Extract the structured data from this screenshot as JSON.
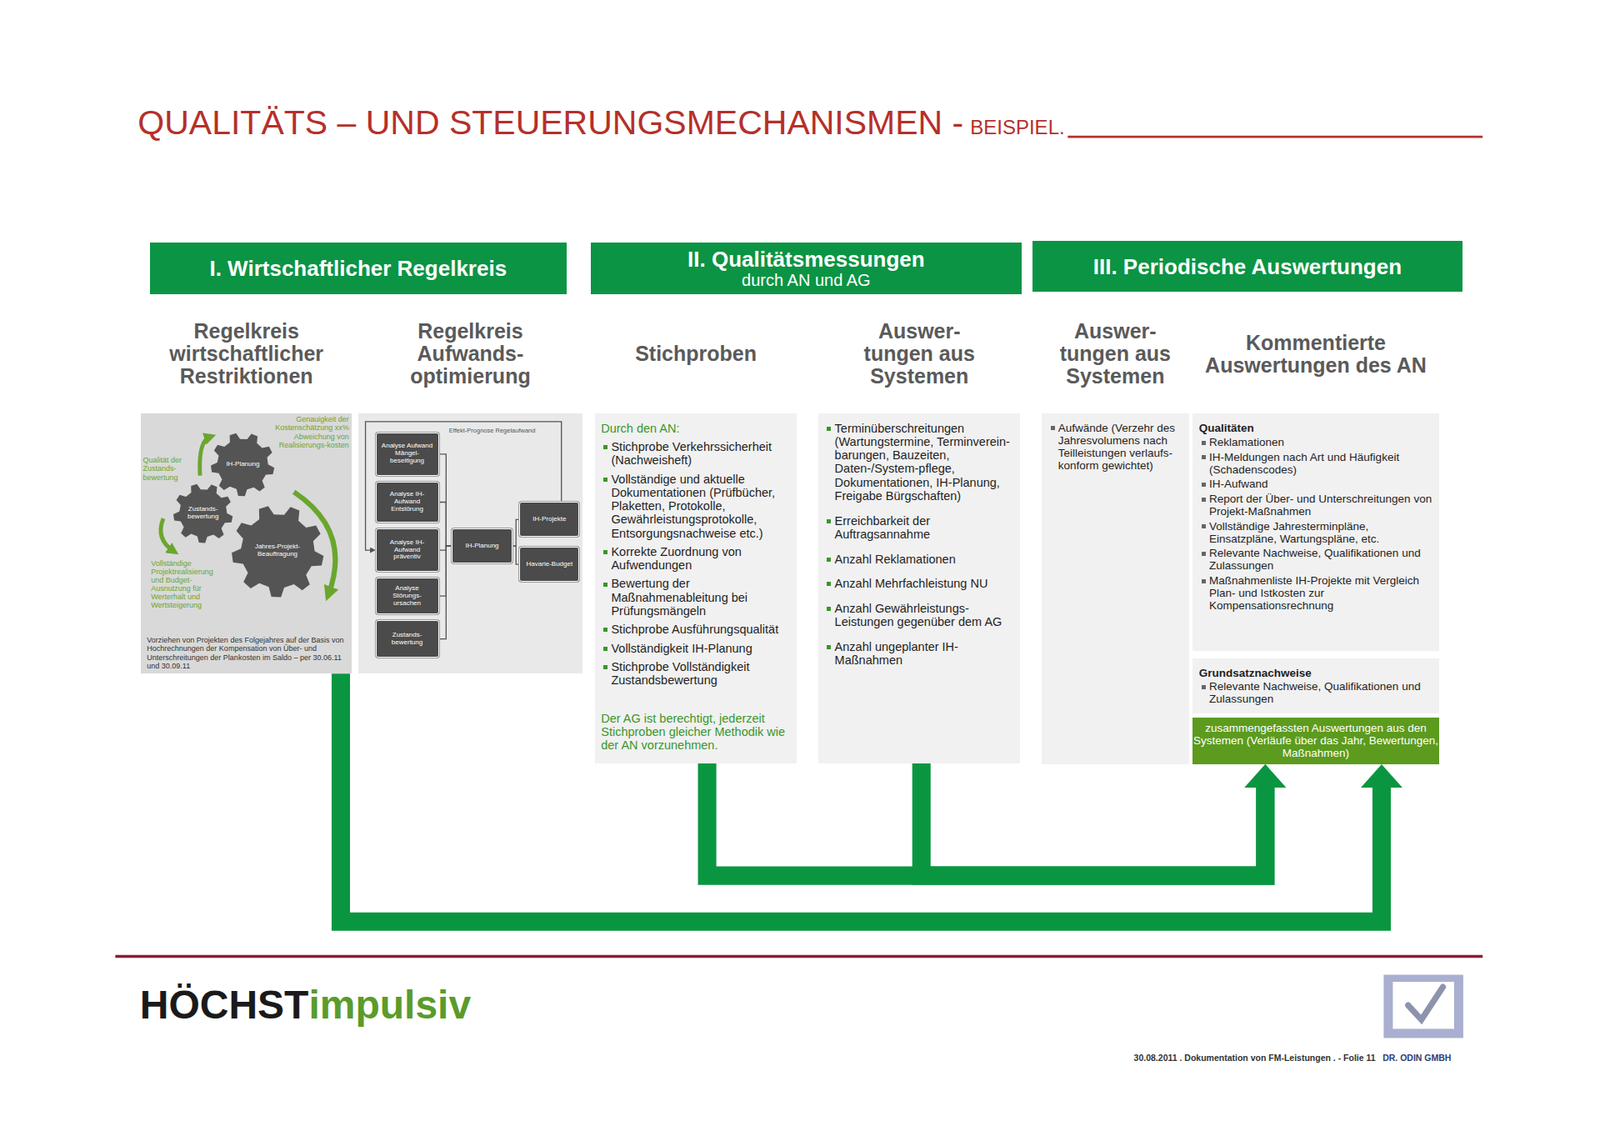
{
  "diagram": {
    "title": "QUALITÄTS – UND STEUERUNGSMECHANISMEN -",
    "nodes": [
      {
        "text": [
          "I. Wirtschaftlicher Regelkreis"
        ]
      },
      {
        "text": [
          "II. Qualitätsmessungen",
          "durch AN und AG"
        ]
      },
      {
        "text": [
          "III. Periodische Auswertungen"
        ]
      },
      {
        "text": [
          "Regelkreis wirtschaftlicher Restriktionen",
          "Vorziehen von Projekten des Folgejahres auf der Basis von Hochrechnungen der Kompensation von Über- und Unterschreitungen der Plankosten im Saldo – per 30.06.11 und 30.09.11"
        ]
      },
      {
        "text": [
          "IH-Planung"
        ],
        "in": 3
      },
      {
        "text": [
          "Zustands-bewertung"
        ],
        "in": 3
      },
      {
        "text": [
          "Jahres-Projekt-Beauftragung"
        ],
        "in": 3
      },
      {
        "text": [
          "Regelkreis Aufwands-optimierung"
        ]
      },
      {
        "text": [
          "Analyse Aufwand Mängel-beseitigung"
        ],
        "in": 7
      },
      {
        "text": [
          "Analyse IH-Aufwand Entstörung"
        ],
        "in": 7
      },
      {
        "text": [
          "Analyse IH-Aufwand präventiv"
        ],
        "in": 7
      },
      {
        "text": [
          "Analyse Störungs-ursachen"
        ],
        "in": 7
      },
      {
        "text": [
          "Zustands-bewertung"
        ],
        "in": 7
      },
      {
        "text": [
          "IH-Planung"
        ],
        "in": 7
      },
      {
        "text": [
          "IH-Projekte"
        ],
        "in": 7
      },
      {
        "text": [
          "Havarie-Budget"
        ],
        "in": 7
      },
      {
        "text": [
          "Stichproben",
          "Durch den AN:",
          "Stichprobe Verkehrssicherheit (Nachweisheft)",
          "Vollständige und aktuelle Dokumentationen (Prüfbücher, Plaketten, Protokolle, Gewährleistungsprotokolle, Entsorgungsnachweise etc.)",
          "Korrekte Zuordnung von Aufwendungen",
          "Bewertung der Maßnahmenableitung bei Prüfungsmängeln",
          "Stichprobe Ausführungsqualität",
          "Vollständigkeit IH-Planung",
          "Stichprobe Vollständigkeit Zustandsbewertung",
          "Der AG ist berechtigt, jederzeit Stichproben gleicher Methodik wie der AN vorzunehmen."
        ]
      },
      {
        "text": [
          "Auswer- tungen aus Systemen",
          "Terminüberschreitungen (Wartungstermine, Terminverein-barungen, Bauzeiten, Daten-/System-pflege, Dokumentationen, IH-Planung, Freigabe Bürgschaften)",
          "Erreichbarkeit der Auftragsannahme",
          "Anzahl Reklamationen",
          "Anzahl Mehrfachleistung NU",
          "Anzahl Gewährleistungs-Leistungen gegenüber dem AG",
          "Anzahl ungeplanter IH-Maßnahmen"
        ]
      },
      {
        "text": [
          "Auswer-tungen aus Systemen",
          "Aufwände (Verzehr des Jahresvolumens nach Teilleistungen verlaufs-konform gewichtet)"
        ]
      },
      {
        "text": [
          "Kommentierte Auswertungen des AN",
          "Qualitäten",
          "Reklamationen",
          "IH-Meldungen nach Art und Häufigkeit (Schadenscodes)",
          "IH-Aufwand",
          "Report der Über- und Unterschreitungen von Projekt-Maßnahmen",
          "Vollständige Jahresterminpläne, Einsatzpläne, Wartungspläne, etc.",
          "Relevante Nachweise, Qualifikationen und Zulassungen",
          "Maßnahmenliste IH-Projekte mit Vergleich Plan- und Istkosten zur Kompensationsrechnung"
        ]
      },
      {
        "text": [
          "Grundsatznachweise",
          "Relevante Nachweise, Qualifikationen und Zulassungen"
        ]
      },
      {
        "text": [
          "zusammengefassten Auswertungen aus den Systemen (Verläufe über das Jahr, Bewertungen, Maßnahmen)"
        ]
      }
    ],
    "edges": [
      {
        "from": 8,
        "to": 13,
        "arrow": "none"
      },
      {
        "from": 9,
        "to": 13,
        "arrow": "none"
      },
      {
        "from": 10,
        "to": 13,
        "arrow": "none"
      },
      {
        "from": 11,
        "to": 13,
        "arrow": "none"
      },
      {
        "from": 12,
        "to": 13,
        "arrow": "none"
      },
      {
        "from": 13,
        "to": 14,
        "arrow": "none"
      },
      {
        "from": 13,
        "to": 15,
        "arrow": "none"
      },
      {
        "from": 14,
        "to": 10,
        "arrow": "to"
      },
      {
        "from": 16,
        "to": 21,
        "arrow": "to"
      },
      {
        "from": 17,
        "to": 21,
        "arrow": "to"
      },
      {
        "from": 3,
        "to": 21,
        "arrow": "to"
      }
    ],
    "labels": [
      "BEISPIEL.",
      "Genauigkeit der Kostenschätzung xx% Abweichung von Realisierungs-kosten",
      "Qualität der Zustands-bewertung",
      "Vollständige Projektrealisierung und Budget-Ausnutzung für Werterhalt und Wertsteigerung",
      "Effekt-Prognose Regelaufwand",
      "HÖCHST",
      "impulsiv",
      "30.08.2011 . Dokumentation von FM-Leistungen . - Folie 11",
      "DR. ODIN GMBH"
    ]
  }
}
